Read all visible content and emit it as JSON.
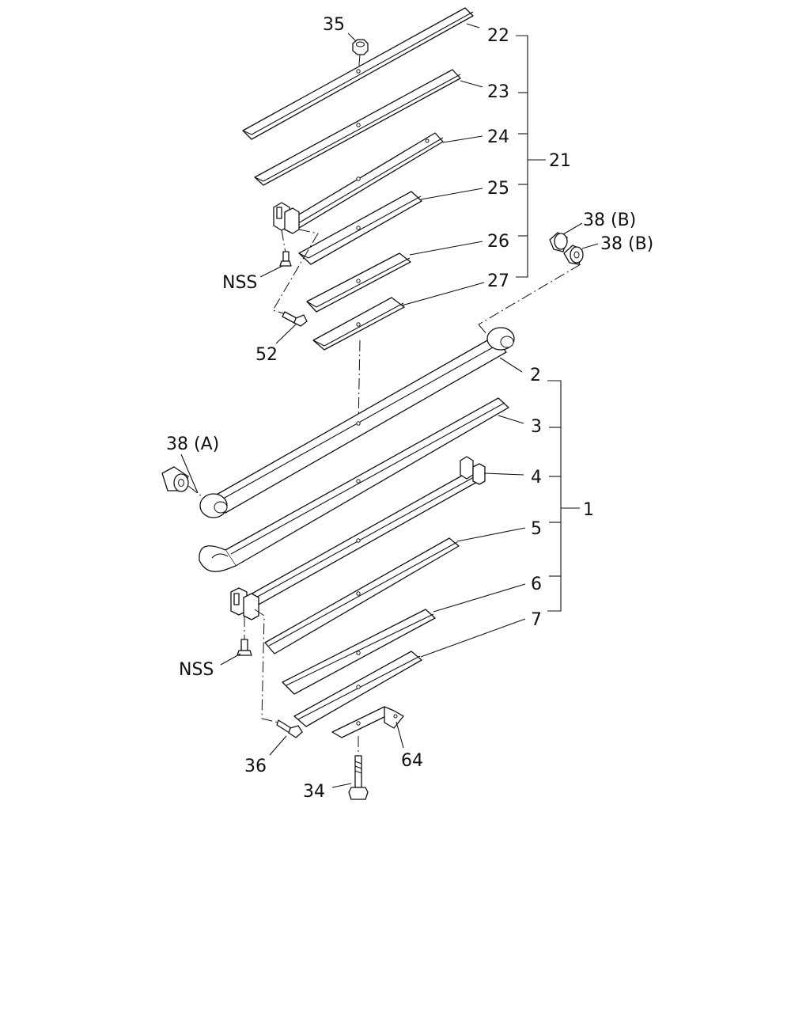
{
  "diagram": {
    "type": "exploded parts diagram",
    "subject": "leaf spring assembly",
    "callouts": {
      "c35": "35",
      "c22": "22",
      "c23": "23",
      "c24": "24",
      "c25": "25",
      "c26": "26",
      "c27": "27",
      "c21": "21",
      "c38b_1": "38 (B)",
      "c38b_2": "38 (B)",
      "c_nss_upper": "NSS",
      "c52": "52",
      "c2": "2",
      "c3": "3",
      "c4": "4",
      "c5": "5",
      "c6": "6",
      "c7": "7",
      "c1": "1",
      "c38a": "38 (A)",
      "c_nss_lower": "NSS",
      "c36": "36",
      "c64": "64",
      "c34": "34"
    }
  }
}
